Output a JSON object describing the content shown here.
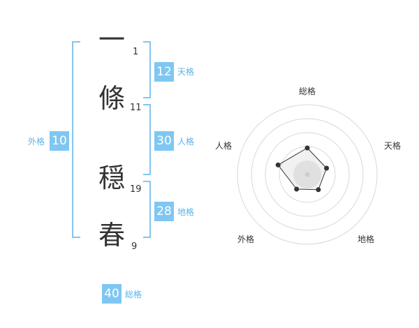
{
  "name_chars": [
    {
      "char": "一",
      "strokes": "1"
    },
    {
      "char": "條",
      "strokes": "11"
    },
    {
      "char": "穏",
      "strokes": "19"
    },
    {
      "char": "春",
      "strokes": "9"
    }
  ],
  "scores": {
    "tenkaku": {
      "value": "12",
      "label": "天格"
    },
    "jinkaku": {
      "value": "30",
      "label": "人格"
    },
    "chikaku": {
      "value": "28",
      "label": "地格"
    },
    "gaikaku": {
      "value": "10",
      "label": "外格"
    },
    "soukaku": {
      "value": "40",
      "label": "総格"
    }
  },
  "radar": {
    "labels": [
      "総格",
      "天格",
      "地格",
      "外格",
      "人格"
    ],
    "levels": [
      0.38,
      0.29,
      0.27,
      0.26,
      0.44
    ]
  },
  "colors": {
    "accent": "#7fc7f2",
    "bracket": "#5bb3e8",
    "text": "#333333"
  }
}
